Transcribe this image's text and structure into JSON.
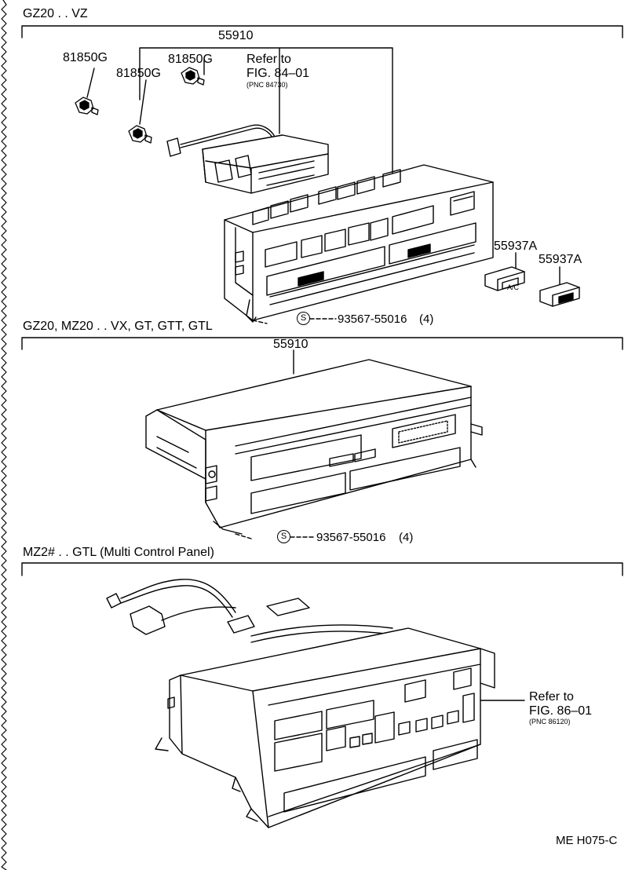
{
  "sections": [
    {
      "heading": "GZ20 . . VZ",
      "assembly_part": "55910",
      "parts": [
        "81850G",
        "81850G",
        "81850G",
        "55937A",
        "55937A"
      ],
      "refer": {
        "line1": "Refer to",
        "line2": "FIG. 84–01",
        "pnc": "(PNC 84730)"
      },
      "screw": {
        "symbol": "S",
        "part": "93567-55016",
        "qty": "(4)"
      },
      "button_labels": [
        "A/C"
      ]
    },
    {
      "heading": "GZ20, MZ20 . . VX, GT, GTT, GTL",
      "assembly_part": "55910",
      "screw": {
        "symbol": "S",
        "part": "93567-55016",
        "qty": "(4)"
      }
    },
    {
      "heading": "MZ2# . . GTL (Multi Control Panel)",
      "refer": {
        "line1": "Refer to",
        "line2": "FIG. 86–01",
        "pnc": "(PNC 86120)"
      }
    }
  ],
  "footer_code": "ME H075-C"
}
